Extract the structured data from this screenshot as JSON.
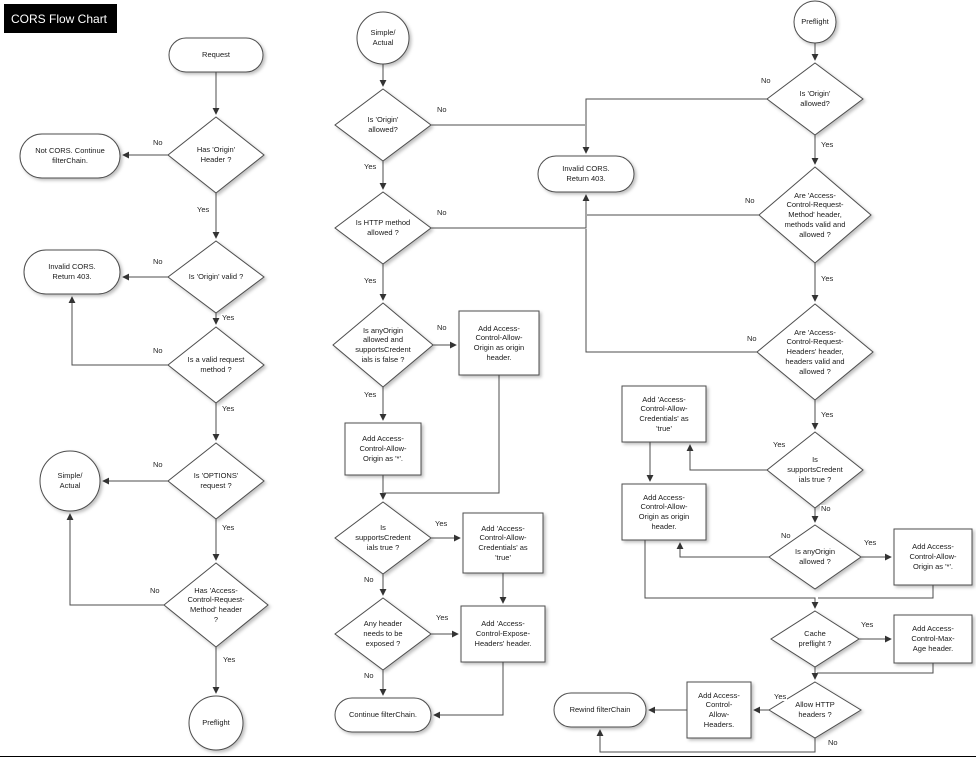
{
  "title": "CORS Flow Chart",
  "labels": {
    "yes": "Yes",
    "no": "No"
  },
  "nodes": {
    "request": {
      "type": "terminator",
      "label": "Request"
    },
    "hasOrigin": {
      "type": "decision",
      "label": "Has 'Origin'\nHeader ?"
    },
    "notCors": {
      "type": "terminator",
      "label": "Not CORS. Continue\nfilterChain."
    },
    "originValid": {
      "type": "decision",
      "label": "Is 'Origin' valid ?"
    },
    "invalidLeft": {
      "type": "terminator",
      "label": "Invalid CORS.\nReturn 403."
    },
    "validMethod": {
      "type": "decision",
      "label": "Is a valid request\nmethod ?"
    },
    "optionsReq": {
      "type": "decision",
      "label": "Is 'OPTIONS'\nrequest ?"
    },
    "simpleLeft": {
      "type": "connector",
      "label": "Simple/\nActual"
    },
    "hasAcrm": {
      "type": "decision",
      "label": "Has 'Access-\nControl-Request-\nMethod' header\n?"
    },
    "preflightLeft": {
      "type": "connector",
      "label": "Preflight"
    },
    "simpleMid": {
      "type": "connector",
      "label": "Simple/\nActual"
    },
    "originAllowedMid": {
      "type": "decision",
      "label": "Is 'Origin'\nallowed?"
    },
    "invalidMid": {
      "type": "terminator",
      "label": "Invalid CORS.\nReturn 403."
    },
    "httpMethod": {
      "type": "decision",
      "label": "Is HTTP method\nallowed ?"
    },
    "anyOriginMid": {
      "type": "decision",
      "label": "Is anyOrigin\nallowed and\nsupportsCredent\nials is false ?"
    },
    "addOriginMid": {
      "type": "process",
      "label": "Add Access-\nControl-Allow-\nOrigin as origin\nheader."
    },
    "addStarMid": {
      "type": "process",
      "label": "Add Access-\nControl-Allow-\nOrigin as '*'."
    },
    "supportsCredMid": {
      "type": "decision",
      "label": "Is\nsupportsCredent\nials true ?"
    },
    "addCredMid": {
      "type": "process",
      "label": "Add 'Access-\nControl-Allow-\nCredentials' as\n'true'"
    },
    "exposeMid": {
      "type": "decision",
      "label": "Any header\nneeds to be\nexposed ?"
    },
    "exposeRect": {
      "type": "process",
      "label": "Add 'Access-\nControl-Expose-\nHeaders' header."
    },
    "continueMid": {
      "type": "terminator",
      "label": "Continue filterChain."
    },
    "preflightRight": {
      "type": "connector",
      "label": "Preflight"
    },
    "originAllowedRight": {
      "type": "decision",
      "label": "Is 'Origin'\nallowed?"
    },
    "acrmRight": {
      "type": "decision",
      "label": "Are 'Access-\nControl-Request-\nMethod' header,\nmethods  valid and\nallowed ?"
    },
    "acrhRight": {
      "type": "decision",
      "label": "Are 'Access-\nControl-Request-\nHeaders' header,\nheaders valid and\nallowed ?"
    },
    "supportsCredRight": {
      "type": "decision",
      "label": "Is\nsupportsCredent\nials true ?"
    },
    "addCredRight": {
      "type": "process",
      "label": "Add 'Access-\nControl-Allow-\nCredentials' as\n'true'"
    },
    "addOriginRight": {
      "type": "process",
      "label": "Add Access-\nControl-Allow-\nOrigin as origin\nheader."
    },
    "anyOriginRight": {
      "type": "decision",
      "label": "Is anyOrigin\nallowed ?"
    },
    "addStarRight": {
      "type": "process",
      "label": "Add Access-\nControl-Allow-\nOrigin as '*'."
    },
    "cacheRight": {
      "type": "decision",
      "label": "Cache\npreflight ?"
    },
    "maxAge": {
      "type": "process",
      "label": "Add Access-\nControl-Max-\nAge header."
    },
    "allowHttp": {
      "type": "decision",
      "label": "Allow HTTP\nheaders ?"
    },
    "allowHeadersRect": {
      "type": "process",
      "label": "Add Access-\nControl-\nAllow-\nHeaders."
    },
    "rewind": {
      "type": "terminator",
      "label": "Rewind filterChain"
    }
  },
  "edges": {
    "e01": {
      "from": "request",
      "to": "hasOrigin",
      "label": ""
    },
    "e02": {
      "from": "hasOrigin",
      "to": "notCors",
      "label": "No"
    },
    "e03": {
      "from": "hasOrigin",
      "to": "originValid",
      "label": "Yes"
    },
    "e04": {
      "from": "originValid",
      "to": "invalidLeft",
      "label": "No"
    },
    "e05": {
      "from": "originValid",
      "to": "validMethod",
      "label": "Yes"
    },
    "e06": {
      "from": "validMethod",
      "to": "invalidLeft",
      "label": "No"
    },
    "e07": {
      "from": "validMethod",
      "to": "optionsReq",
      "label": "Yes"
    },
    "e08": {
      "from": "optionsReq",
      "to": "simpleLeft",
      "label": "No"
    },
    "e09": {
      "from": "optionsReq",
      "to": "hasAcrm",
      "label": "Yes"
    },
    "e10": {
      "from": "hasAcrm",
      "to": "simpleLeft",
      "label": "No"
    },
    "e11": {
      "from": "hasAcrm",
      "to": "preflightLeft",
      "label": "Yes"
    },
    "e12": {
      "from": "simpleMid",
      "to": "originAllowedMid",
      "label": ""
    },
    "e13": {
      "from": "originAllowedMid",
      "to": "invalidMid",
      "label": "No"
    },
    "e14": {
      "from": "originAllowedMid",
      "to": "httpMethod",
      "label": "Yes"
    },
    "e15": {
      "from": "httpMethod",
      "to": "invalidMid",
      "label": "No"
    },
    "e16": {
      "from": "httpMethod",
      "to": "anyOriginMid",
      "label": "Yes"
    },
    "e17": {
      "from": "anyOriginMid",
      "to": "addOriginMid",
      "label": "No"
    },
    "e18": {
      "from": "anyOriginMid",
      "to": "addStarMid",
      "label": "Yes"
    },
    "e19": {
      "from": "addStarMid",
      "to": "supportsCredMid",
      "label": ""
    },
    "e20": {
      "from": "addOriginMid",
      "to": "supportsCredMid",
      "label": ""
    },
    "e21": {
      "from": "supportsCredMid",
      "to": "addCredMid",
      "label": "Yes"
    },
    "e22": {
      "from": "supportsCredMid",
      "to": "exposeMid",
      "label": "No"
    },
    "e23": {
      "from": "addCredMid",
      "to": "exposeRect",
      "label": ""
    },
    "e24": {
      "from": "exposeMid",
      "to": "exposeRect",
      "label": "Yes"
    },
    "e25": {
      "from": "exposeMid",
      "to": "continueMid",
      "label": "No"
    },
    "e26": {
      "from": "exposeRect",
      "to": "continueMid",
      "label": ""
    },
    "e27": {
      "from": "preflightRight",
      "to": "originAllowedRight",
      "label": ""
    },
    "e28": {
      "from": "originAllowedRight",
      "to": "invalidMid",
      "label": "No"
    },
    "e29": {
      "from": "originAllowedRight",
      "to": "acrmRight",
      "label": "Yes"
    },
    "e30": {
      "from": "acrmRight",
      "to": "invalidMid",
      "label": "No"
    },
    "e31": {
      "from": "acrmRight",
      "to": "acrhRight",
      "label": "Yes"
    },
    "e32": {
      "from": "acrhRight",
      "to": "invalidMid",
      "label": "No"
    },
    "e33": {
      "from": "acrhRight",
      "to": "supportsCredRight",
      "label": "Yes"
    },
    "e34": {
      "from": "supportsCredRight",
      "to": "addCredRight",
      "label": "Yes"
    },
    "e35": {
      "from": "addCredRight",
      "to": "addOriginRight",
      "label": ""
    },
    "e36": {
      "from": "supportsCredRight",
      "to": "anyOriginRight",
      "label": "No"
    },
    "e37": {
      "from": "anyOriginRight",
      "to": "addStarRight",
      "label": "Yes"
    },
    "e38": {
      "from": "anyOriginRight",
      "to": "addOriginRight",
      "label": "No"
    },
    "e39": {
      "from": "addOriginRight",
      "to": "cacheRight",
      "label": ""
    },
    "e40": {
      "from": "addStarRight",
      "to": "cacheRight",
      "label": ""
    },
    "e41": {
      "from": "cacheRight",
      "to": "maxAge",
      "label": "Yes"
    },
    "e42": {
      "from": "cacheRight",
      "to": "allowHttp",
      "label": ""
    },
    "e43": {
      "from": "maxAge",
      "to": "allowHttp",
      "label": ""
    },
    "e45": {
      "from": "allowHttp",
      "to": "allowHeadersRect",
      "label": "Yes"
    },
    "e46": {
      "from": "allowHeadersRect",
      "to": "rewind",
      "label": ""
    },
    "e47": {
      "from": "allowHttp",
      "to": "rewind",
      "label": "No"
    }
  }
}
